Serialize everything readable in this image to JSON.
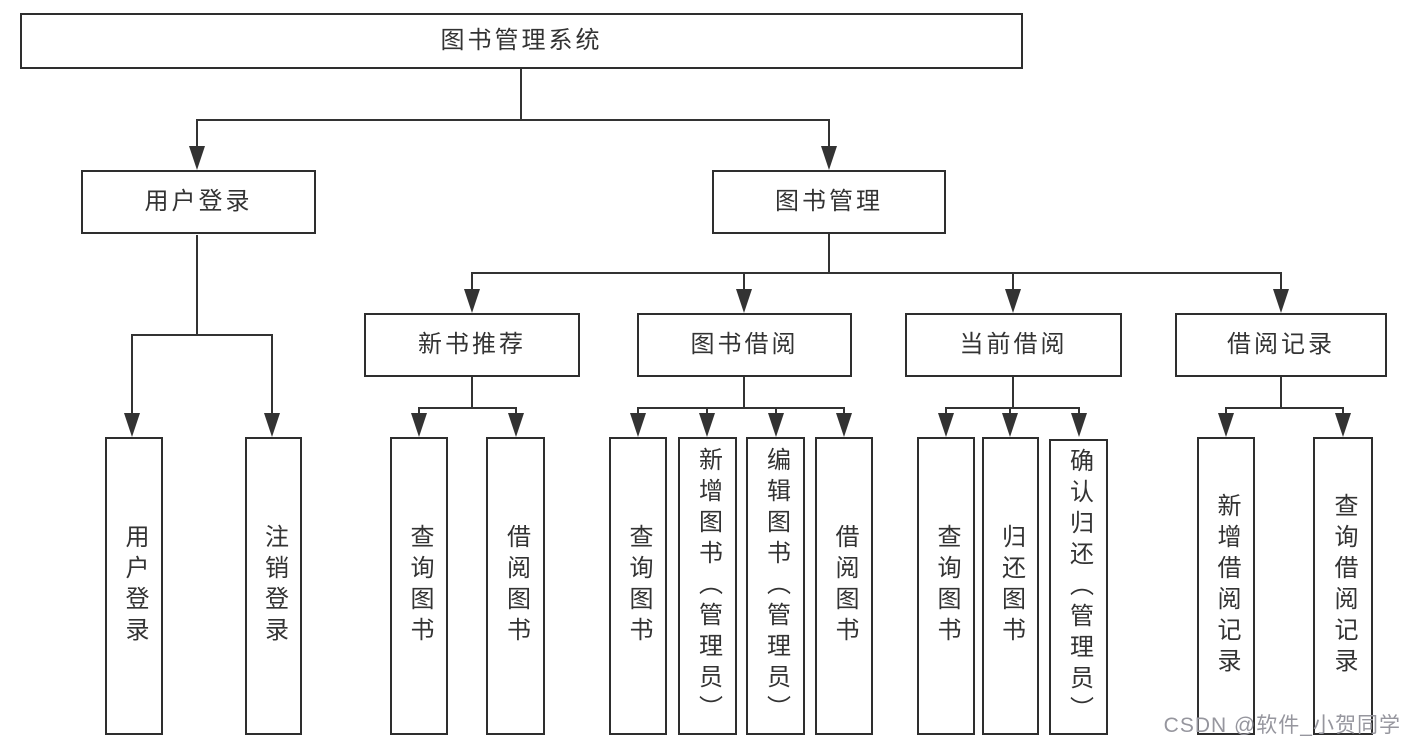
{
  "diagram": {
    "title": "图书管理系统",
    "type": "hierarchy-tree",
    "colors": {
      "background": "#ffffff",
      "box_border": "#2e2e2e",
      "line": "#333333",
      "text": "#333333",
      "watermark": "#96969e"
    },
    "tree": {
      "label": "图书管理系统",
      "children": [
        {
          "label": "用户登录",
          "children": [
            {
              "label": "用户登录"
            },
            {
              "label": "注销登录"
            }
          ]
        },
        {
          "label": "图书管理",
          "children": [
            {
              "label": "新书推荐",
              "children": [
                {
                  "label": "查询图书"
                },
                {
                  "label": "借阅图书"
                }
              ]
            },
            {
              "label": "图书借阅",
              "children": [
                {
                  "label": "查询图书"
                },
                {
                  "label": "新增图书（管理员）"
                },
                {
                  "label": "编辑图书（管理员）"
                },
                {
                  "label": "借阅图书"
                }
              ]
            },
            {
              "label": "当前借阅",
              "children": [
                {
                  "label": "查询图书"
                },
                {
                  "label": "归还图书"
                },
                {
                  "label": "确认归还（管理员）"
                }
              ]
            },
            {
              "label": "借阅记录",
              "children": [
                {
                  "label": "新增借阅记录"
                },
                {
                  "label": "查询借阅记录"
                }
              ]
            }
          ]
        }
      ]
    },
    "watermark": {
      "text": "CSDN @软件_小贺同学"
    }
  }
}
